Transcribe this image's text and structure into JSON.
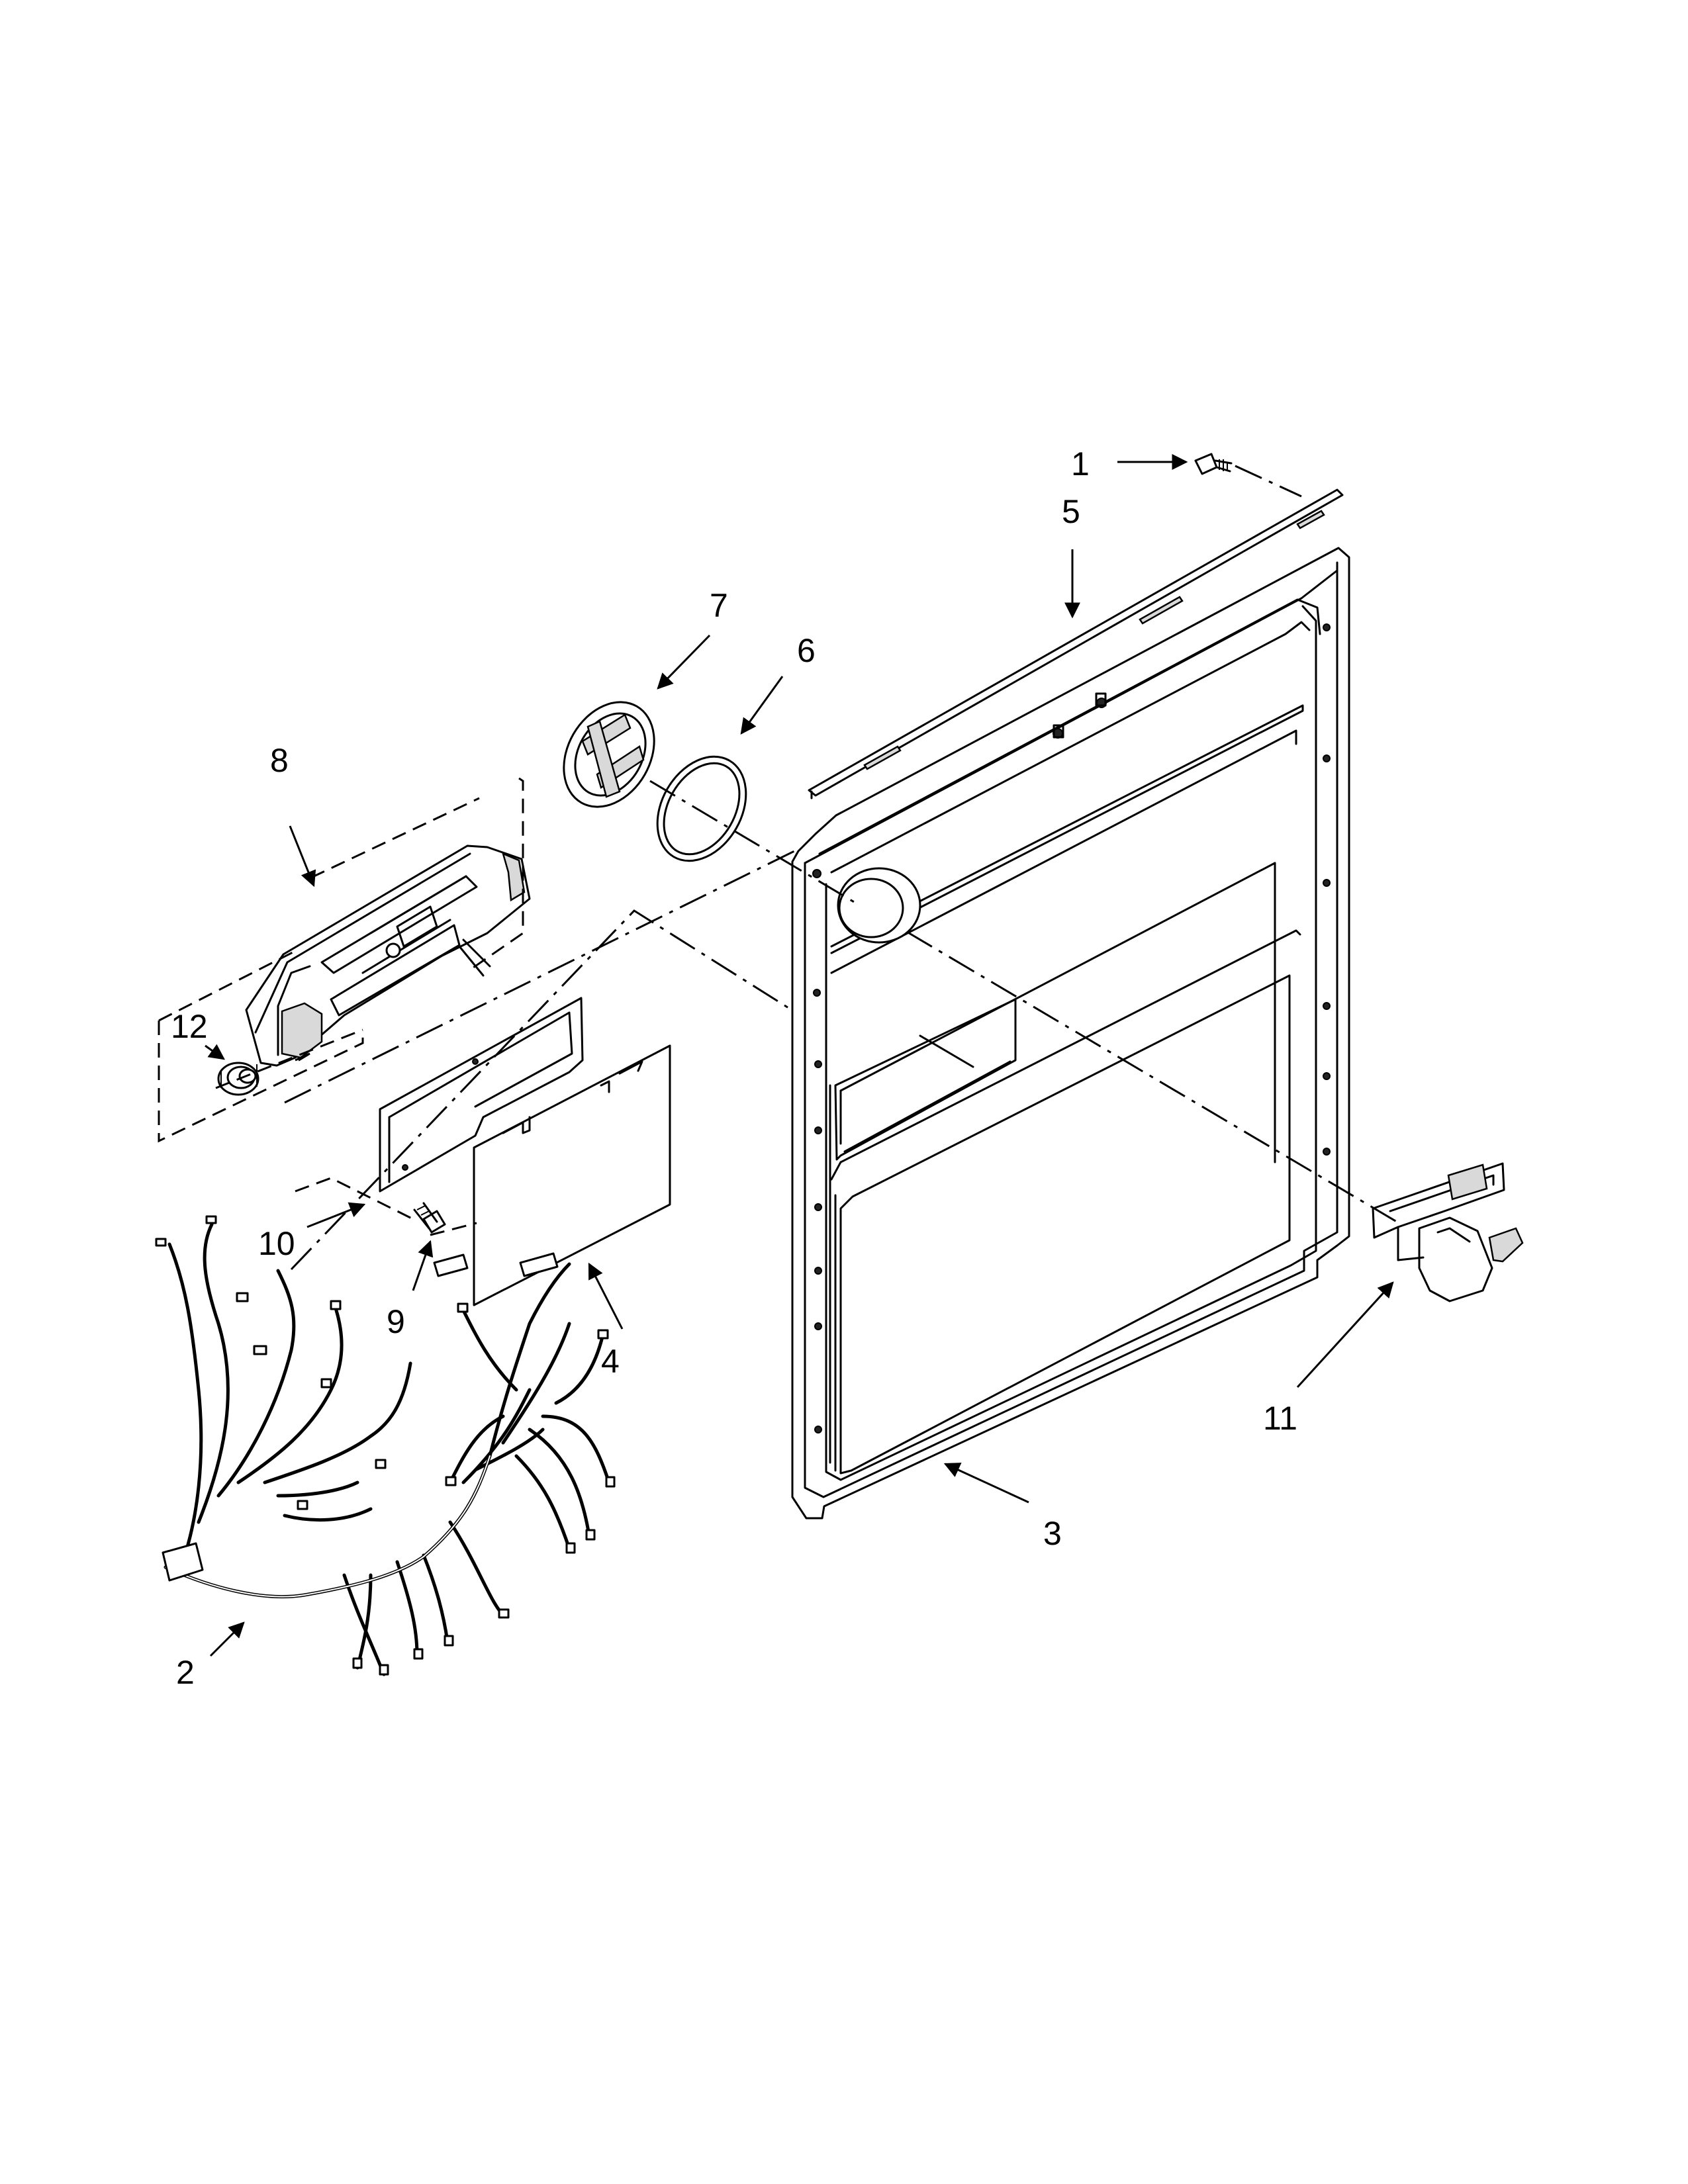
{
  "callouts": {
    "c1": "1",
    "c2": "2",
    "c3": "3",
    "c4": "4",
    "c5": "5",
    "c6": "6",
    "c7": "7",
    "c8": "8",
    "c9": "9",
    "c10": "10",
    "c11": "11",
    "c12": "12"
  },
  "colors": {
    "line": "#000000",
    "background": "#ffffff",
    "shade": "#d9d9d9"
  }
}
